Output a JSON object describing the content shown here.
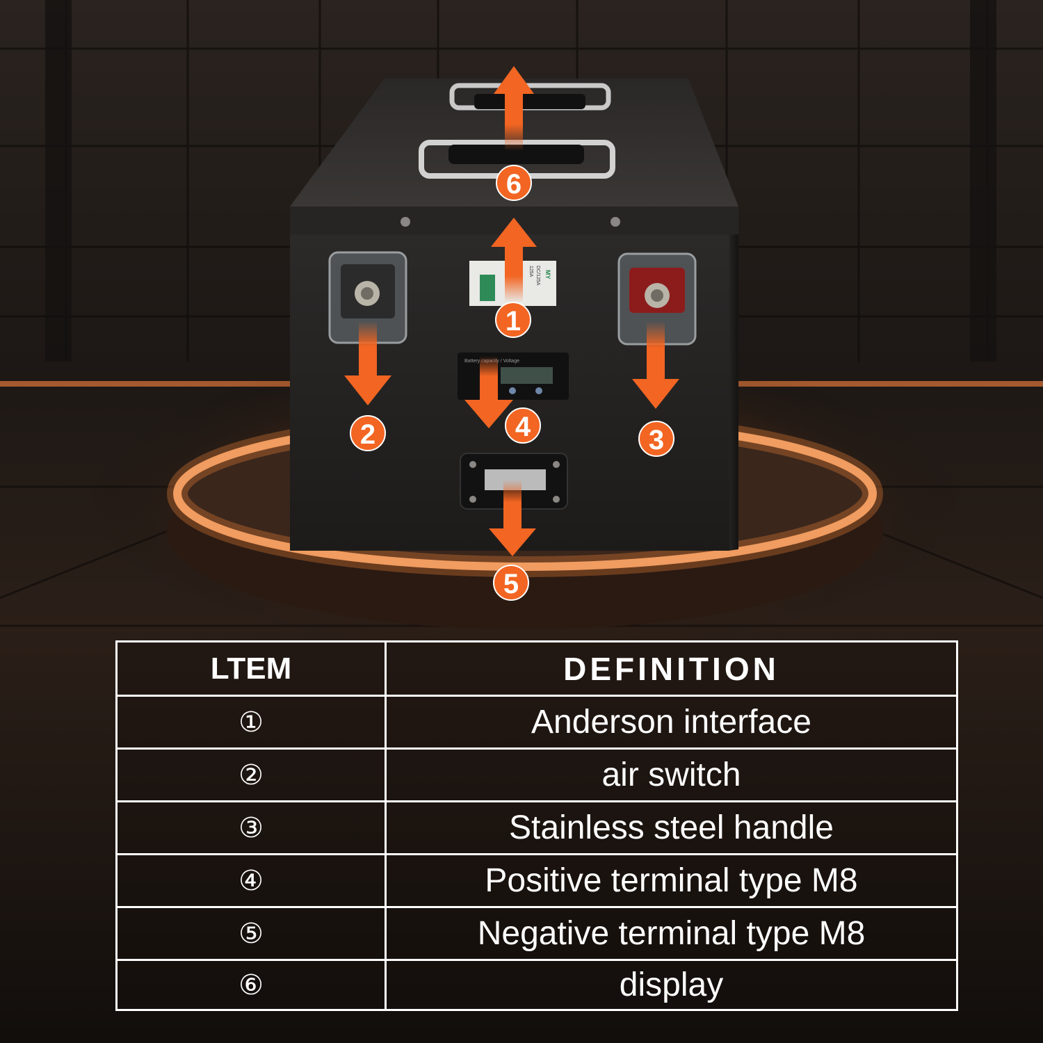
{
  "colors": {
    "accent": "#f26522",
    "glow": "#ff9a4a",
    "background": "#1a1512",
    "table_border": "#ffffff",
    "text": "#ffffff"
  },
  "product_labels": {
    "switch_brand": "MY",
    "switch_rating_a": "DC/125A",
    "switch_rating_b": "125A",
    "display_caption": "Battery capacity / Voltage"
  },
  "callout_badges": [
    "1",
    "2",
    "3",
    "4",
    "5",
    "6"
  ],
  "table": {
    "header": {
      "item": "LTEM",
      "definition": "DEFINITION"
    },
    "rows": [
      {
        "item": "①",
        "definition": "Anderson interface"
      },
      {
        "item": "②",
        "definition": "air switch"
      },
      {
        "item": "③",
        "definition": "Stainless steel handle"
      },
      {
        "item": "④",
        "definition": "Positive terminal type M8"
      },
      {
        "item": "⑤",
        "definition": "Negative terminal type M8"
      },
      {
        "item": "⑥",
        "definition": "display"
      }
    ]
  }
}
